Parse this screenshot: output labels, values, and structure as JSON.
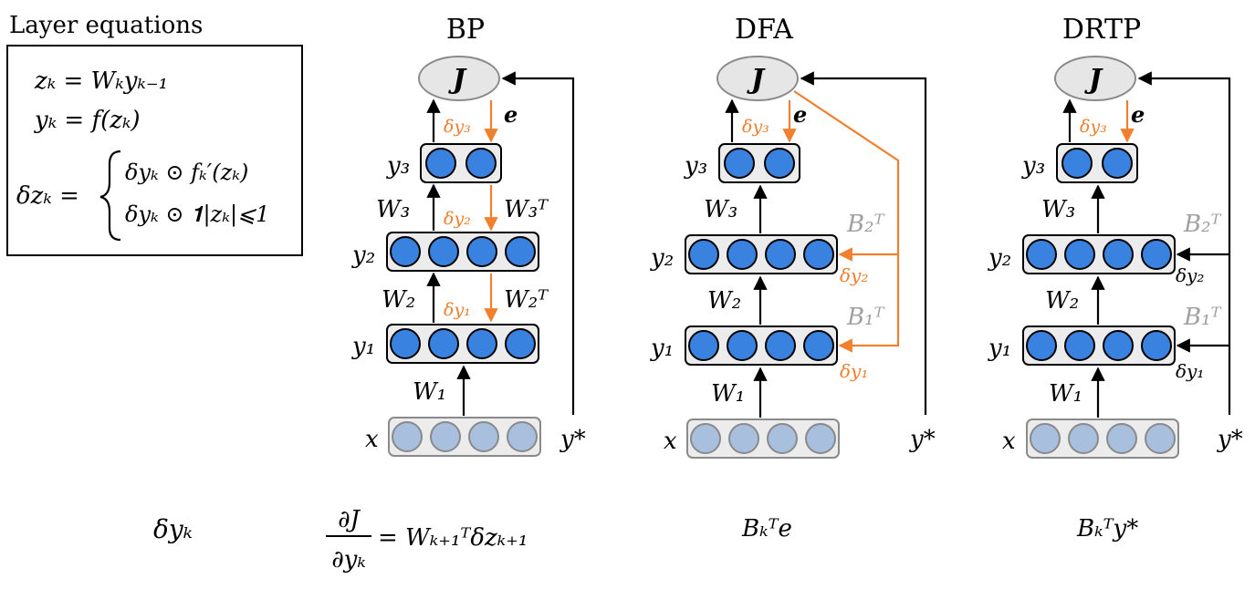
{
  "legend": {
    "heading": "Layer equations",
    "eq_z": "zₖ = Wₖyₖ₋₁",
    "eq_y": "yₖ = f(zₖ)",
    "eq_dz_lhs": "δzₖ =",
    "eq_dz_case1": "δyₖ ⊙ fₖ′(zₖ)",
    "eq_dz_case2": "δyₖ ⊙ 𝟏|zₖ|⩽1"
  },
  "columns": [
    {
      "title": "BP",
      "node_J": "J",
      "label_e": "e",
      "label_dy3": "δy₃",
      "label_dy2": "δy₂",
      "label_dy1": "δy₁",
      "label_y3": "y₃",
      "label_y2": "y₂",
      "label_y1": "y₁",
      "label_x": "x",
      "label_W3": "W₃",
      "label_W2": "W₂",
      "label_W1": "W₁",
      "label_W3T": "W₃ᵀ",
      "label_W2T": "W₂ᵀ",
      "label_ystar": "y*",
      "formula_lhs_num": "∂J",
      "formula_lhs_den": "∂yₖ",
      "formula_rhs": "= Wₖ₊₁ᵀδzₖ₊₁"
    },
    {
      "title": "DFA",
      "node_J": "J",
      "label_e": "e",
      "label_dy3": "δy₃",
      "label_y3": "y₃",
      "label_y2": "y₂",
      "label_y1": "y₁",
      "label_x": "x",
      "label_W3": "W₃",
      "label_W2": "W₂",
      "label_W1": "W₁",
      "label_B2T": "B₂ᵀ",
      "label_B1T": "B₁ᵀ",
      "label_dy2": "δy₂",
      "label_dy1": "δy₁",
      "label_ystar": "y*",
      "formula": "Bₖᵀe"
    },
    {
      "title": "DRTP",
      "node_J": "J",
      "label_e": "e",
      "label_dy3": "δy₃",
      "label_y3": "y₃",
      "label_y2": "y₂",
      "label_y1": "y₁",
      "label_x": "x",
      "label_W3": "W₃",
      "label_W2": "W₂",
      "label_W1": "W₁",
      "label_B2T": "B₂ᵀ",
      "label_B1T": "B₁ᵀ",
      "label_dy2": "δy₂",
      "label_dy1": "δy₁",
      "label_ystar": "y*",
      "formula": "Bₖᵀy*"
    }
  ],
  "row_label_dyk": "δyₖ",
  "colors": {
    "orange": "#f07f2e",
    "gray_label": "#a0a0a0",
    "neuron": "#3a82e0",
    "input_neuron": "#a8bfde",
    "layer_box": "#ececec",
    "J_fill": "#e6e6e6"
  }
}
